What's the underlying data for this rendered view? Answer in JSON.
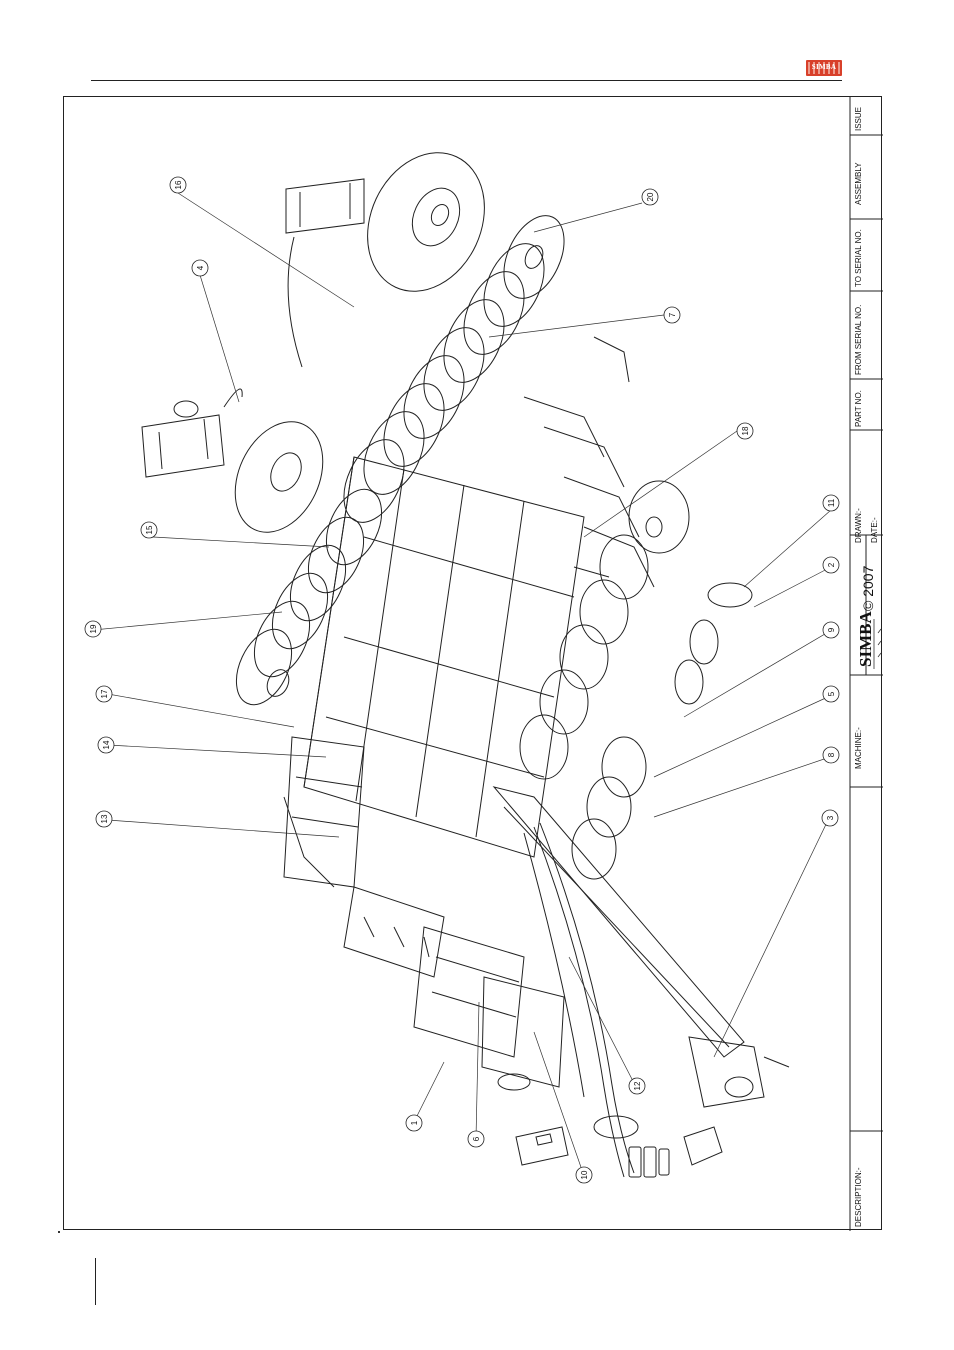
{
  "header": {
    "logo_text": "SIMBA"
  },
  "title_block": {
    "description_label": "DESCRIPTION:-",
    "machine_label": "MACHINE:-",
    "brand": "SIMBA",
    "copyright_year": "© 2007",
    "drawn_label": "DRAWN:-",
    "date_label": "DATE:-",
    "part_no_label": "PART NO.",
    "from_serial_label": "FROM SERIAL NO.",
    "to_serial_label": "TO SERIAL NO.",
    "assembly_label": "ASSEMBLY",
    "issue_label": "ISSUE"
  },
  "callouts": [
    "1",
    "2",
    "3",
    "4",
    "5",
    "6",
    "7",
    "8",
    "9",
    "10",
    "11",
    "12",
    "13",
    "14",
    "15",
    "16",
    "17",
    "18",
    "19",
    "20"
  ]
}
